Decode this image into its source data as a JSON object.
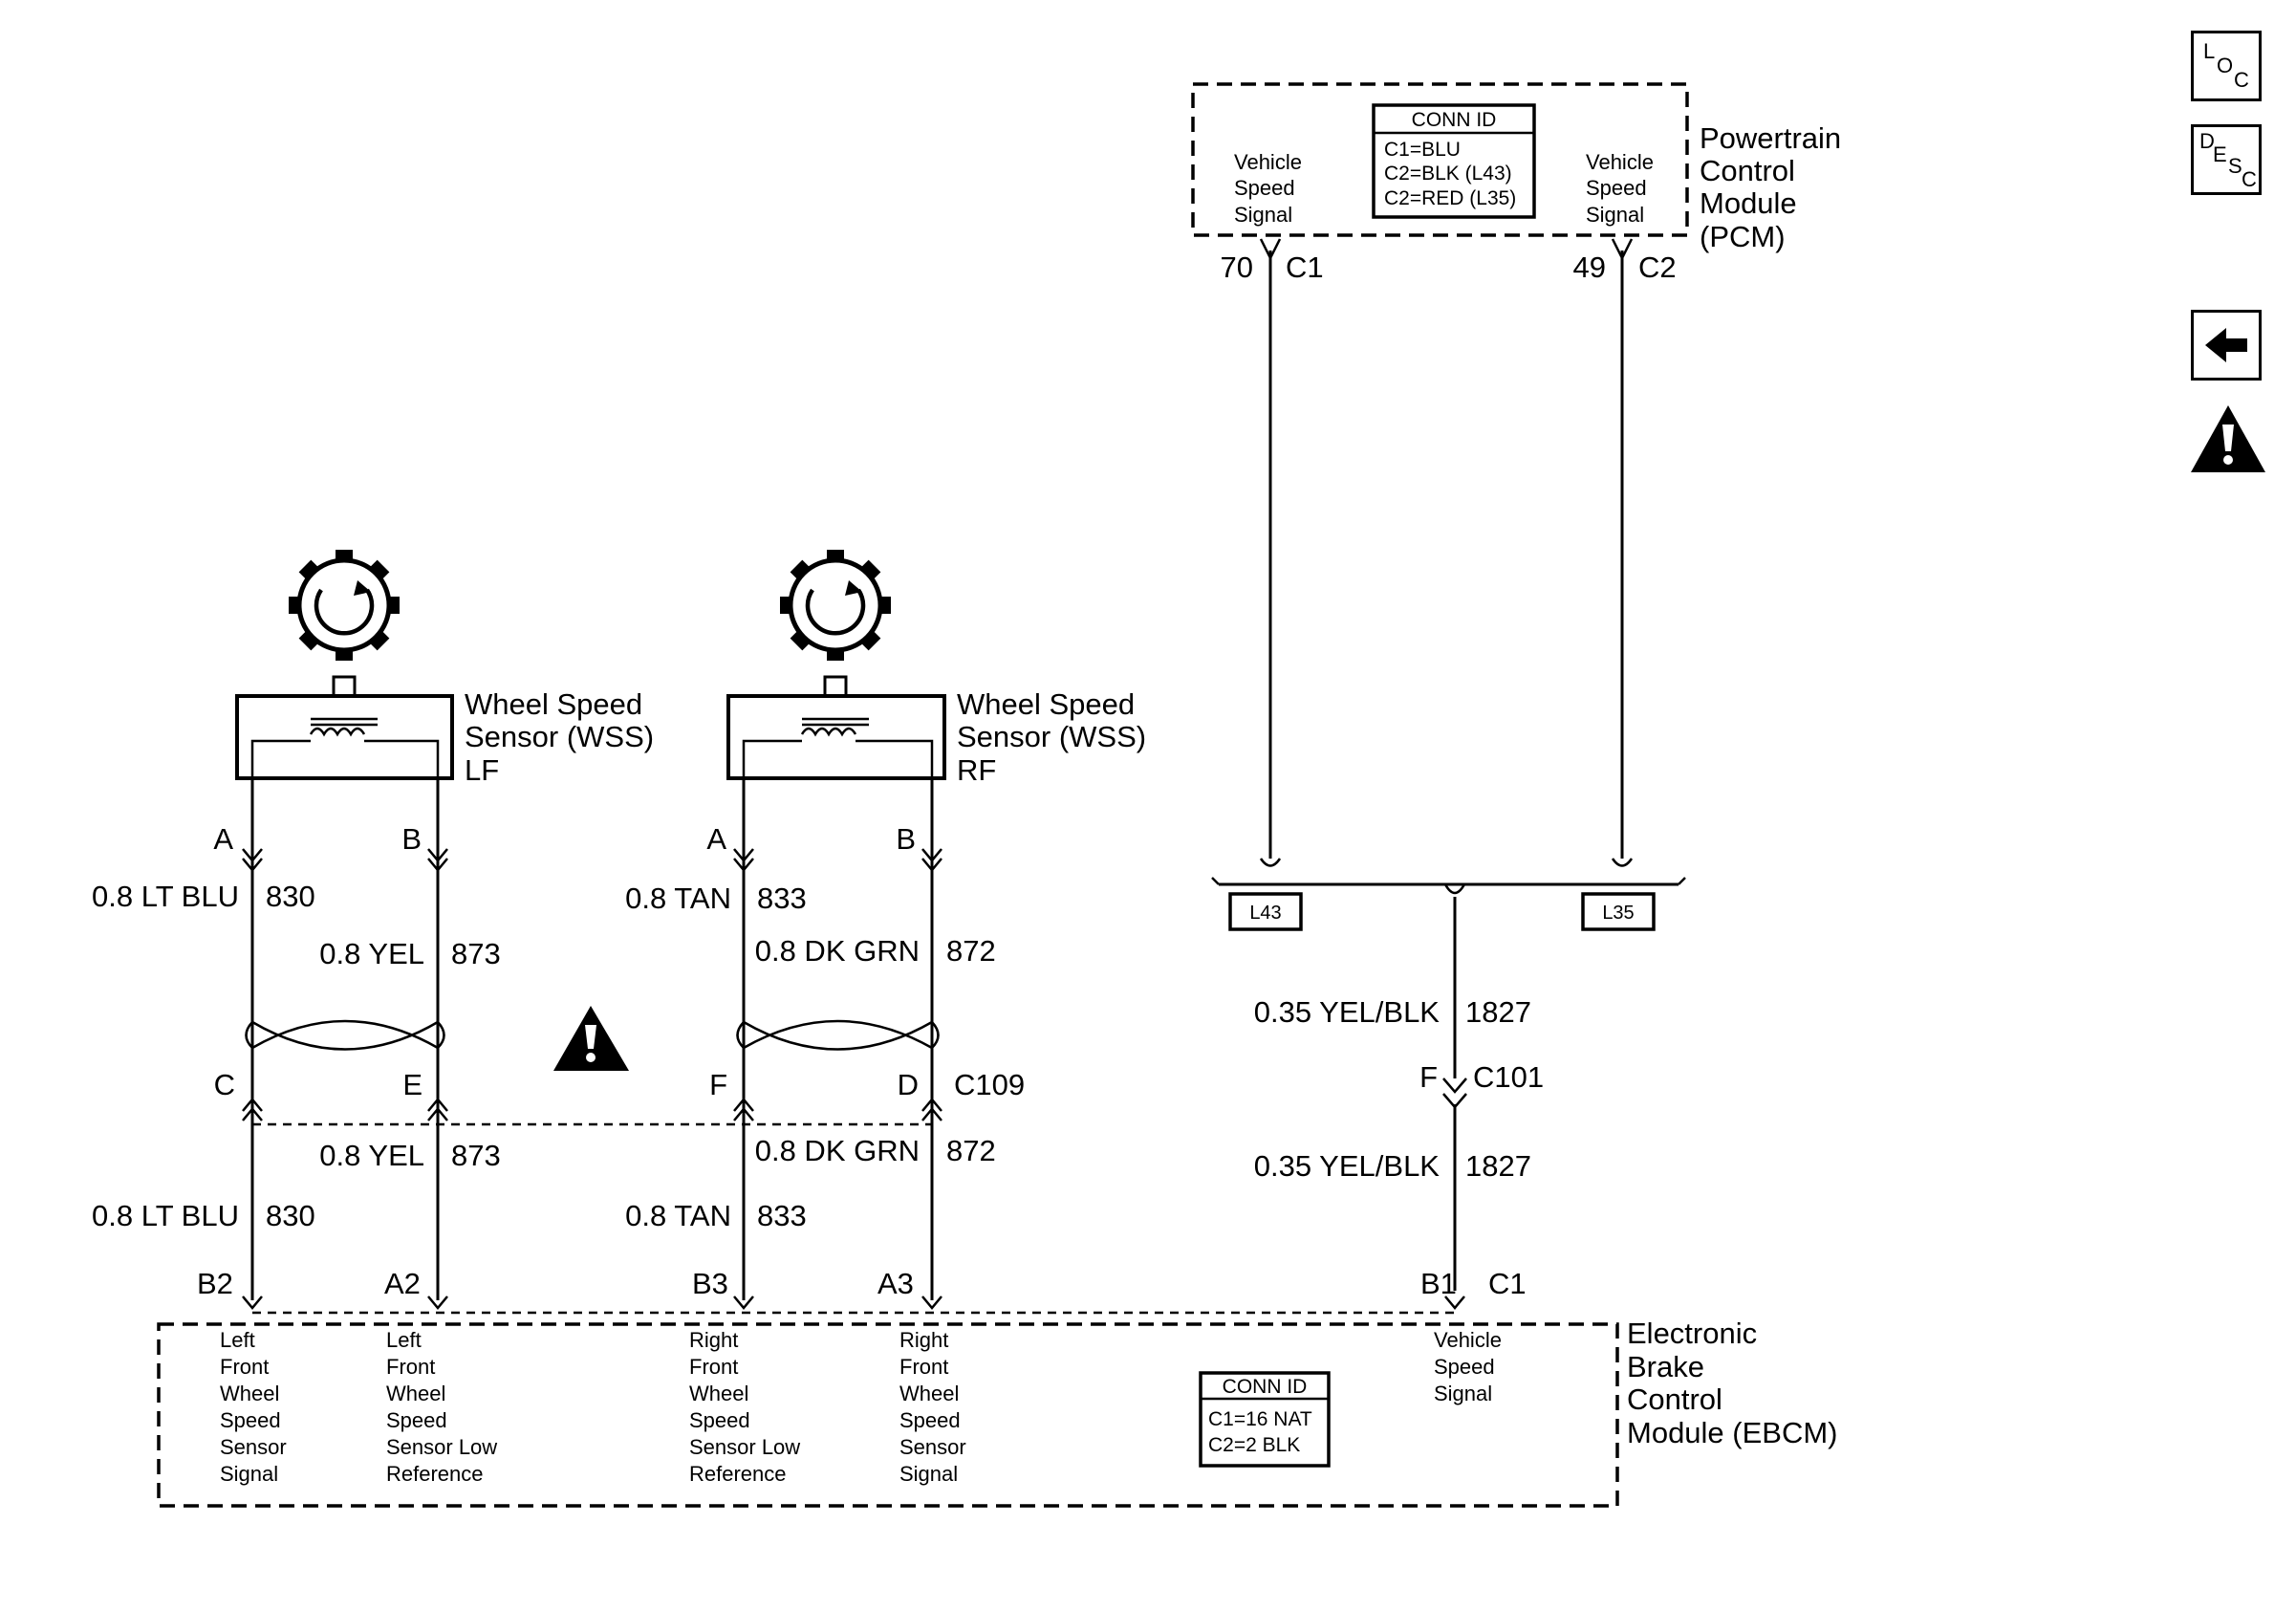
{
  "pcm": {
    "name_lines": [
      "Powertrain",
      "Control",
      "Module",
      "(PCM)"
    ],
    "left_signal_lines": [
      "Vehicle",
      "Speed",
      "Signal"
    ],
    "right_signal_lines": [
      "Vehicle",
      "Speed",
      "Signal"
    ],
    "conn_id": {
      "title": "CONN ID",
      "lines": [
        "C1=BLU",
        "C2=BLK (L43)",
        "C2=RED (L35)"
      ]
    },
    "pin_left": "70",
    "conn_left": "C1",
    "pin_right": "49",
    "conn_right": "C2"
  },
  "splice": {
    "option_left": "L43",
    "option_right": "L35",
    "wire_upper": {
      "gauge_color": "0.35 YEL/BLK",
      "circuit": "1827"
    },
    "inline_pin": "F",
    "inline_conn": "C101",
    "wire_lower": {
      "gauge_color": "0.35 YEL/BLK",
      "circuit": "1827"
    }
  },
  "wss_lf": {
    "name_lines": [
      "Wheel Speed",
      "Sensor (WSS)",
      "LF"
    ],
    "pin_a": "A",
    "pin_b": "B",
    "wire_a_upper": {
      "gauge_color": "0.8 LT BLU",
      "circuit": "830"
    },
    "wire_b_upper": {
      "gauge_color": "0.8 YEL",
      "circuit": "873"
    },
    "c109_pin_a": "C",
    "c109_pin_b": "E",
    "wire_a_lower": {
      "gauge_color": "0.8 LT BLU",
      "circuit": "830"
    },
    "wire_b_lower": {
      "gauge_color": "0.8 YEL",
      "circuit": "873"
    },
    "ebcm_pin_a": "B2",
    "ebcm_pin_b": "A2"
  },
  "wss_rf": {
    "name_lines": [
      "Wheel Speed",
      "Sensor (WSS)",
      "RF"
    ],
    "pin_a": "A",
    "pin_b": "B",
    "wire_a_upper": {
      "gauge_color": "0.8 TAN",
      "circuit": "833"
    },
    "wire_b_upper": {
      "gauge_color": "0.8 DK GRN",
      "circuit": "872"
    },
    "c109_pin_a": "F",
    "c109_pin_b": "D",
    "wire_a_lower": {
      "gauge_color": "0.8 TAN",
      "circuit": "833"
    },
    "wire_b_lower": {
      "gauge_color": "0.8 DK GRN",
      "circuit": "872"
    },
    "ebcm_pin_a": "B3",
    "ebcm_pin_b": "A3"
  },
  "c109": {
    "label": "C109"
  },
  "ebcm": {
    "name_lines": [
      "Electronic",
      "Brake",
      "Control",
      "Module (EBCM)"
    ],
    "vss_pin": "B1",
    "vss_conn": "C1",
    "terminals": [
      {
        "lines": [
          "Left",
          "Front",
          "Wheel",
          "Speed",
          "Sensor",
          "Signal"
        ]
      },
      {
        "lines": [
          "Left",
          "Front",
          "Wheel",
          "Speed",
          "Sensor Low",
          "Reference"
        ]
      },
      {
        "lines": [
          "Right",
          "Front",
          "Wheel",
          "Speed",
          "Sensor Low",
          "Reference"
        ]
      },
      {
        "lines": [
          "Right",
          "Front",
          "Wheel",
          "Speed",
          "Sensor",
          "Signal"
        ]
      },
      {
        "lines": [
          "Vehicle",
          "Speed",
          "Signal"
        ]
      }
    ],
    "conn_id": {
      "title": "CONN ID",
      "lines": [
        "C1=16 NAT",
        "C2=2 BLK"
      ]
    }
  },
  "side_icons": {
    "loc": [
      "L",
      "O",
      "C"
    ],
    "desc": [
      "D",
      "E",
      "S",
      "C"
    ],
    "back": "back-arrow-icon",
    "caution": "caution-icon"
  }
}
